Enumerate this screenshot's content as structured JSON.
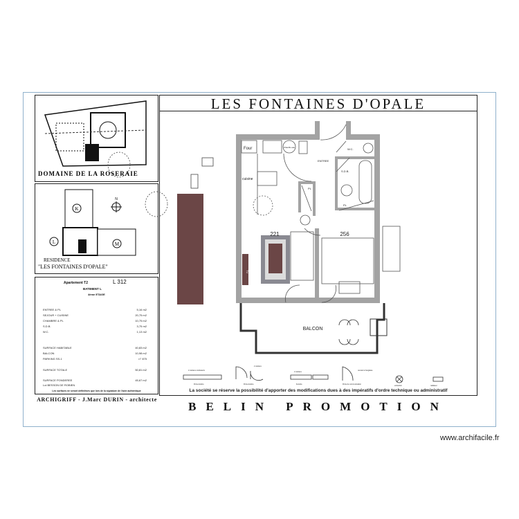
{
  "header": {
    "title": "LES FONTAINES D'OPALE"
  },
  "site_plan": {
    "label": "DOMAINE DE LA ROSERAIE"
  },
  "residence": {
    "label_line1": "RESIDENCE",
    "label_line2": "\"LES FONTAINES D'OPALE\"",
    "buildings": [
      "K",
      "L",
      "M"
    ],
    "north": "N"
  },
  "info": {
    "apartment": "Apartement T2",
    "lot": "L 312",
    "building": "BATIMENT L",
    "floor": "4ème ETAGE",
    "rooms": [
      {
        "name": "ENTREE & PL",
        "area": "5,16 m2"
      },
      {
        "name": "SEJOUR + CUISINE",
        "area": "20,75 m2"
      },
      {
        "name": "CHAMBRE & PL",
        "area": "10,75 m2"
      },
      {
        "name": "S.D.B.",
        "area": "3,75 m2"
      },
      {
        "name": "W.C.",
        "area": "1,13 m2"
      }
    ],
    "totals": [
      {
        "name": "SURFACE HABITABLE",
        "area": "40,83 m2"
      },
      {
        "name": "BALCON",
        "area": "10,98 m2"
      },
      {
        "name": "PARKING SS-1",
        "area": "n° 875"
      }
    ],
    "surface_totale": {
      "name": "SURFACE TOTALE",
      "area": "50,81 m2"
    },
    "surface_ponderee": {
      "name": "SURFACE PONDEREE",
      "sub": "Loi BESSON DE ROBIEN",
      "area": "45,67 m2"
    },
    "footnote": "Les surfaces ne seront définitives que lors de la signature de l'acte authentique"
  },
  "credit": "ARCHIGRIFF - J.Marc DURIN - architecte",
  "plan": {
    "labels": {
      "four": "Four",
      "chauffe_eau": "Chauffe eau",
      "entree": "ENTREE",
      "wc": "W.C.",
      "sdb": "S.D.B.",
      "pl1": "PL",
      "pl2": "PL",
      "kitchen": "cuisine",
      "dim1": "221",
      "dim2": "256",
      "balcon": "BALCON",
      "tv": "TV"
    },
    "colors": {
      "wall": "#a3a3a3",
      "furniture_dark": "#6b4646",
      "frame_gray": "#8a8a92"
    }
  },
  "legend": {
    "items": [
      "2 vantaux coulissants",
      "Porte-fenêtre",
      "2 vantaux",
      "Porte-fenêtre",
      "2 vantaux",
      "Fenêtre",
      "Porte de communication",
      "ouvrant à l'anglaise",
      "extraction",
      "radiateur"
    ],
    "note": "La société se réserve la possibilité d'apporter des modifications dues à des impératifs d'ordre technique ou administratif"
  },
  "promoter": "BELIN PROMOTION",
  "watermark": "www.archifacile.fr"
}
